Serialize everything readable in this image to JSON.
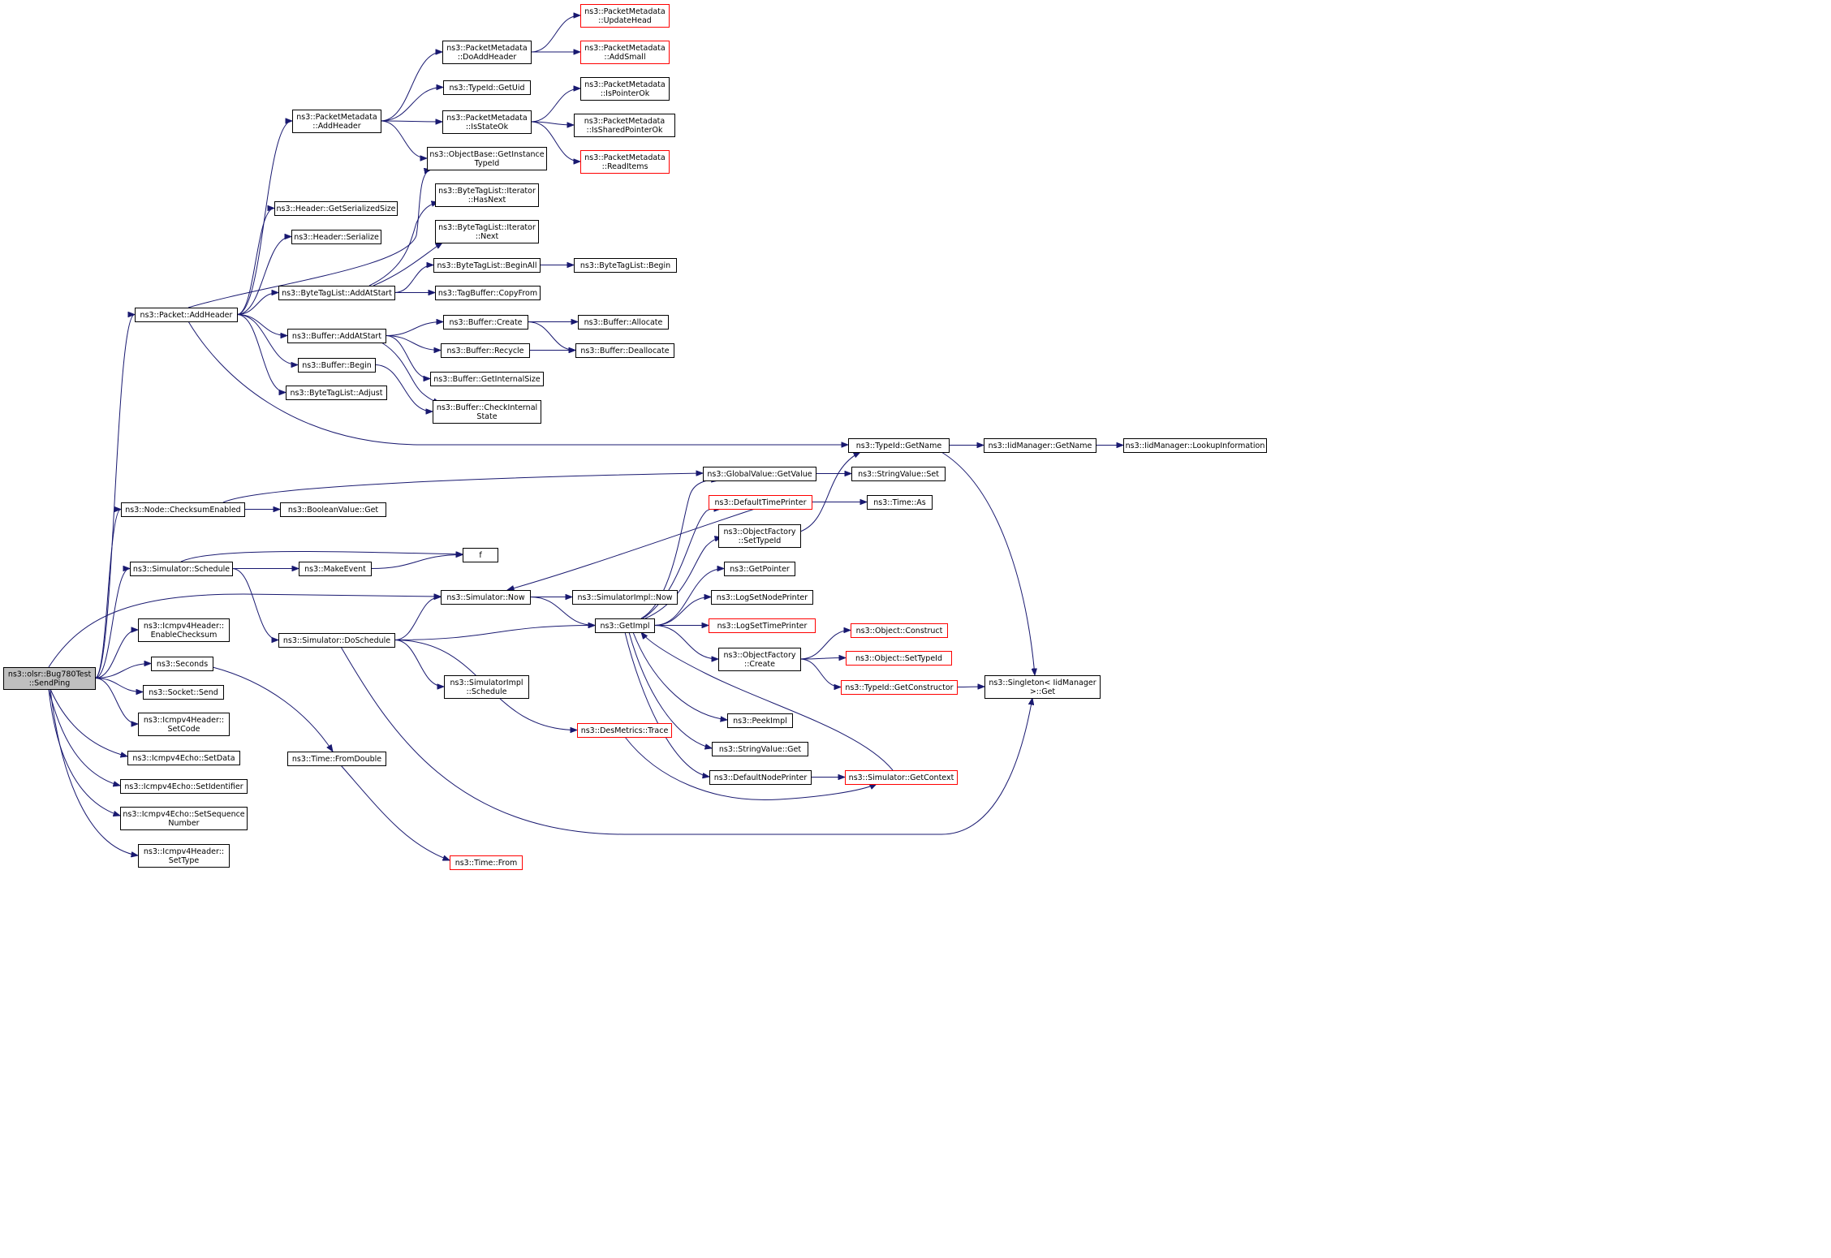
{
  "colors": {
    "edge": "#191970",
    "node_border": "#000000",
    "missing_border": "#ff0000",
    "root_fill": "#bfbfbf"
  },
  "nodes": [
    {
      "id": "root",
      "lines": [
        "ns3::olsr::Bug780Test",
        "::SendPing"
      ],
      "style": "root"
    },
    {
      "id": "packet_addheader",
      "lines": [
        "ns3::Packet::AddHeader"
      ]
    },
    {
      "id": "pm_addheader",
      "lines": [
        "ns3::PacketMetadata",
        "::AddHeader"
      ]
    },
    {
      "id": "pm_doaddheader",
      "lines": [
        "ns3::PacketMetadata",
        "::DoAddHeader"
      ]
    },
    {
      "id": "pm_updatehead",
      "lines": [
        "ns3::PacketMetadata",
        "::UpdateHead"
      ],
      "style": "red"
    },
    {
      "id": "pm_addsmall",
      "lines": [
        "ns3::PacketMetadata",
        "::AddSmall"
      ],
      "style": "red"
    },
    {
      "id": "typeid_getuid",
      "lines": [
        "ns3::TypeId::GetUid"
      ]
    },
    {
      "id": "pm_isstateok",
      "lines": [
        "ns3::PacketMetadata",
        "::IsStateOk"
      ]
    },
    {
      "id": "pm_ispointerok",
      "lines": [
        "ns3::PacketMetadata",
        "::IsPointerOk"
      ]
    },
    {
      "id": "pm_issharedpointerok",
      "lines": [
        "ns3::PacketMetadata",
        "::IsSharedPointerOk"
      ]
    },
    {
      "id": "pm_readitems",
      "lines": [
        "ns3::PacketMetadata",
        "::ReadItems"
      ],
      "style": "red"
    },
    {
      "id": "objectbase_getinstancetypeid",
      "lines": [
        "ns3::ObjectBase::GetInstance",
        "TypeId"
      ]
    },
    {
      "id": "btl_iter_hasnext",
      "lines": [
        "ns3::ByteTagList::Iterator",
        "::HasNext"
      ]
    },
    {
      "id": "btl_iter_next",
      "lines": [
        "ns3::ByteTagList::Iterator",
        "::Next"
      ]
    },
    {
      "id": "header_getserializedsize",
      "lines": [
        "ns3::Header::GetSerializedSize"
      ]
    },
    {
      "id": "header_serialize",
      "lines": [
        "ns3::Header::Serialize"
      ]
    },
    {
      "id": "btl_beginall",
      "lines": [
        "ns3::ByteTagList::BeginAll"
      ]
    },
    {
      "id": "btl_begin",
      "lines": [
        "ns3::ByteTagList::Begin"
      ]
    },
    {
      "id": "btl_addatstart",
      "lines": [
        "ns3::ByteTagList::AddAtStart"
      ]
    },
    {
      "id": "tagbuffer_copyfrom",
      "lines": [
        "ns3::TagBuffer::CopyFrom"
      ]
    },
    {
      "id": "buffer_create",
      "lines": [
        "ns3::Buffer::Create"
      ]
    },
    {
      "id": "buffer_allocate",
      "lines": [
        "ns3::Buffer::Allocate"
      ]
    },
    {
      "id": "buffer_addatstart",
      "lines": [
        "ns3::Buffer::AddAtStart"
      ]
    },
    {
      "id": "buffer_recycle",
      "lines": [
        "ns3::Buffer::Recycle"
      ]
    },
    {
      "id": "buffer_deallocate",
      "lines": [
        "ns3::Buffer::Deallocate"
      ]
    },
    {
      "id": "buffer_begin",
      "lines": [
        "ns3::Buffer::Begin"
      ]
    },
    {
      "id": "buffer_getinternalsize",
      "lines": [
        "ns3::Buffer::GetInternalSize"
      ]
    },
    {
      "id": "btl_adjust",
      "lines": [
        "ns3::ByteTagList::Adjust"
      ]
    },
    {
      "id": "buffer_checkinternalstate",
      "lines": [
        "ns3::Buffer::CheckInternal",
        "State"
      ]
    },
    {
      "id": "typeid_getname",
      "lines": [
        "ns3::TypeId::GetName"
      ]
    },
    {
      "id": "iidmanager_getname",
      "lines": [
        "ns3::IidManager::GetName"
      ]
    },
    {
      "id": "iidmanager_lookupinformation",
      "lines": [
        "ns3::IidManager::LookupInformation"
      ]
    },
    {
      "id": "globalvalue_getvalue",
      "lines": [
        "ns3::GlobalValue::GetValue"
      ]
    },
    {
      "id": "stringvalue_set",
      "lines": [
        "ns3::StringValue::Set"
      ]
    },
    {
      "id": "node_checksumenabled",
      "lines": [
        "ns3::Node::ChecksumEnabled"
      ]
    },
    {
      "id": "booleanvalue_get",
      "lines": [
        "ns3::BooleanValue::Get"
      ]
    },
    {
      "id": "defaulttimeprinter",
      "lines": [
        "ns3::DefaultTimePrinter"
      ],
      "style": "red"
    },
    {
      "id": "time_as",
      "lines": [
        "ns3::Time::As"
      ]
    },
    {
      "id": "objectfactory_settypeid",
      "lines": [
        "ns3::ObjectFactory",
        "::SetTypeId"
      ]
    },
    {
      "id": "f",
      "lines": [
        "f"
      ]
    },
    {
      "id": "simulator_schedule",
      "lines": [
        "ns3::Simulator::Schedule"
      ]
    },
    {
      "id": "makeevent",
      "lines": [
        "ns3::MakeEvent"
      ]
    },
    {
      "id": "getpointer",
      "lines": [
        "ns3::GetPointer"
      ]
    },
    {
      "id": "simulator_now",
      "lines": [
        "ns3::Simulator::Now"
      ]
    },
    {
      "id": "simulatorimpl_now",
      "lines": [
        "ns3::SimulatorImpl::Now"
      ]
    },
    {
      "id": "logsetnodeprinter",
      "lines": [
        "ns3::LogSetNodePrinter"
      ]
    },
    {
      "id": "icmpv4header_enablechecksum",
      "lines": [
        "ns3::Icmpv4Header::",
        "EnableChecksum"
      ]
    },
    {
      "id": "getimpl",
      "lines": [
        "ns3::GetImpl"
      ]
    },
    {
      "id": "logsettimeprinter",
      "lines": [
        "ns3::LogSetTimePrinter"
      ],
      "style": "red"
    },
    {
      "id": "simulator_doschedule",
      "lines": [
        "ns3::Simulator::DoSchedule"
      ]
    },
    {
      "id": "object_construct",
      "lines": [
        "ns3::Object::Construct"
      ],
      "style": "red"
    },
    {
      "id": "objectfactory_create",
      "lines": [
        "ns3::ObjectFactory",
        "::Create"
      ]
    },
    {
      "id": "object_settypeid",
      "lines": [
        "ns3::Object::SetTypeId"
      ],
      "style": "red"
    },
    {
      "id": "seconds",
      "lines": [
        "ns3::Seconds"
      ]
    },
    {
      "id": "simulatorimpl_schedule",
      "lines": [
        "ns3::SimulatorImpl",
        "::Schedule"
      ]
    },
    {
      "id": "typeid_getconstructor",
      "lines": [
        "ns3::TypeId::GetConstructor"
      ],
      "style": "red"
    },
    {
      "id": "singleton_get",
      "lines": [
        "ns3::Singleton< IidManager",
        ">::Get"
      ]
    },
    {
      "id": "socket_send",
      "lines": [
        "ns3::Socket::Send"
      ]
    },
    {
      "id": "icmpv4header_setcode",
      "lines": [
        "ns3::Icmpv4Header::",
        "SetCode"
      ]
    },
    {
      "id": "peekimpl",
      "lines": [
        "ns3::PeekImpl"
      ]
    },
    {
      "id": "desmetrics_trace",
      "lines": [
        "ns3::DesMetrics::Trace"
      ],
      "style": "red"
    },
    {
      "id": "stringvalue_get",
      "lines": [
        "ns3::StringValue::Get"
      ]
    },
    {
      "id": "icmpv4echo_setdata",
      "lines": [
        "ns3::Icmpv4Echo::SetData"
      ]
    },
    {
      "id": "time_fromdouble",
      "lines": [
        "ns3::Time::FromDouble"
      ]
    },
    {
      "id": "defaultnodeprinter",
      "lines": [
        "ns3::DefaultNodePrinter"
      ]
    },
    {
      "id": "simulator_getcontext",
      "lines": [
        "ns3::Simulator::GetContext"
      ],
      "style": "red"
    },
    {
      "id": "icmpv4echo_setidentifier",
      "lines": [
        "ns3::Icmpv4Echo::SetIdentifier"
      ]
    },
    {
      "id": "icmpv4echo_setsequencenumber",
      "lines": [
        "ns3::Icmpv4Echo::SetSequence",
        "Number"
      ]
    },
    {
      "id": "icmpv4header_settype",
      "lines": [
        "ns3::Icmpv4Header::",
        "SetType"
      ]
    },
    {
      "id": "time_from",
      "lines": [
        "ns3::Time::From"
      ],
      "style": "red"
    }
  ],
  "edges": [
    [
      "root",
      "packet_addheader"
    ],
    [
      "root",
      "node_checksumenabled"
    ],
    [
      "root",
      "simulator_schedule"
    ],
    [
      "root",
      "simulator_now"
    ],
    [
      "root",
      "icmpv4header_enablechecksum"
    ],
    [
      "root",
      "seconds"
    ],
    [
      "root",
      "socket_send"
    ],
    [
      "root",
      "icmpv4header_setcode"
    ],
    [
      "root",
      "icmpv4echo_setdata"
    ],
    [
      "root",
      "icmpv4echo_setidentifier"
    ],
    [
      "root",
      "icmpv4echo_setsequencenumber"
    ],
    [
      "root",
      "icmpv4header_settype"
    ],
    [
      "packet_addheader",
      "pm_addheader"
    ],
    [
      "packet_addheader",
      "header_getserializedsize"
    ],
    [
      "packet_addheader",
      "header_serialize"
    ],
    [
      "packet_addheader",
      "objectbase_getinstancetypeid"
    ],
    [
      "packet_addheader",
      "btl_addatstart"
    ],
    [
      "packet_addheader",
      "buffer_addatstart"
    ],
    [
      "packet_addheader",
      "buffer_begin"
    ],
    [
      "packet_addheader",
      "btl_adjust"
    ],
    [
      "packet_addheader",
      "typeid_getname"
    ],
    [
      "pm_addheader",
      "pm_doaddheader"
    ],
    [
      "pm_addheader",
      "typeid_getuid"
    ],
    [
      "pm_addheader",
      "pm_isstateok"
    ],
    [
      "pm_addheader",
      "objectbase_getinstancetypeid"
    ],
    [
      "pm_doaddheader",
      "pm_updatehead"
    ],
    [
      "pm_doaddheader",
      "pm_addsmall"
    ],
    [
      "pm_isstateok",
      "pm_ispointerok"
    ],
    [
      "pm_isstateok",
      "pm_issharedpointerok"
    ],
    [
      "pm_isstateok",
      "pm_readitems"
    ],
    [
      "btl_addatstart",
      "btl_iter_hasnext"
    ],
    [
      "btl_addatstart",
      "btl_iter_next"
    ],
    [
      "btl_addatstart",
      "btl_beginall"
    ],
    [
      "btl_addatstart",
      "tagbuffer_copyfrom"
    ],
    [
      "btl_beginall",
      "btl_begin"
    ],
    [
      "buffer_addatstart",
      "buffer_create"
    ],
    [
      "buffer_addatstart",
      "buffer_recycle"
    ],
    [
      "buffer_addatstart",
      "buffer_getinternalsize"
    ],
    [
      "buffer_addatstart",
      "buffer_checkinternalstate"
    ],
    [
      "buffer_create",
      "buffer_allocate"
    ],
    [
      "buffer_create",
      "buffer_deallocate"
    ],
    [
      "buffer_recycle",
      "buffer_deallocate"
    ],
    [
      "buffer_begin",
      "buffer_checkinternalstate"
    ],
    [
      "typeid_getname",
      "iidmanager_getname"
    ],
    [
      "typeid_getname",
      "singleton_get"
    ],
    [
      "iidmanager_getname",
      "iidmanager_lookupinformation"
    ],
    [
      "node_checksumenabled",
      "globalvalue_getvalue"
    ],
    [
      "node_checksumenabled",
      "booleanvalue_get"
    ],
    [
      "globalvalue_getvalue",
      "stringvalue_set"
    ],
    [
      "simulator_schedule",
      "makeevent"
    ],
    [
      "simulator_schedule",
      "f"
    ],
    [
      "simulator_schedule",
      "simulator_doschedule"
    ],
    [
      "makeevent",
      "f"
    ],
    [
      "simulator_now",
      "simulatorimpl_now"
    ],
    [
      "simulator_now",
      "getimpl"
    ],
    [
      "simulator_doschedule",
      "simulator_now"
    ],
    [
      "simulator_doschedule",
      "getimpl"
    ],
    [
      "simulator_doschedule",
      "simulatorimpl_schedule"
    ],
    [
      "simulator_doschedule",
      "desmetrics_trace"
    ],
    [
      "simulator_doschedule",
      "singleton_get"
    ],
    [
      "getimpl",
      "globalvalue_getvalue"
    ],
    [
      "getimpl",
      "defaulttimeprinter"
    ],
    [
      "getimpl",
      "objectfactory_settypeid"
    ],
    [
      "getimpl",
      "getpointer"
    ],
    [
      "getimpl",
      "logsetnodeprinter"
    ],
    [
      "getimpl",
      "logsettimeprinter"
    ],
    [
      "getimpl",
      "objectfactory_create"
    ],
    [
      "getimpl",
      "peekimpl"
    ],
    [
      "getimpl",
      "stringvalue_get"
    ],
    [
      "getimpl",
      "defaultnodeprinter"
    ],
    [
      "defaulttimeprinter",
      "time_as"
    ],
    [
      "defaulttimeprinter",
      "simulator_now"
    ],
    [
      "objectfactory_settypeid",
      "typeid_getname"
    ],
    [
      "objectfactory_create",
      "object_construct"
    ],
    [
      "objectfactory_create",
      "object_settypeid"
    ],
    [
      "objectfactory_create",
      "typeid_getconstructor"
    ],
    [
      "typeid_getconstructor",
      "singleton_get"
    ],
    [
      "defaultnodeprinter",
      "simulator_getcontext"
    ],
    [
      "simulator_getcontext",
      "getimpl"
    ],
    [
      "desmetrics_trace",
      "simulator_getcontext"
    ],
    [
      "seconds",
      "time_fromdouble"
    ],
    [
      "time_fromdouble",
      "time_from"
    ]
  ]
}
